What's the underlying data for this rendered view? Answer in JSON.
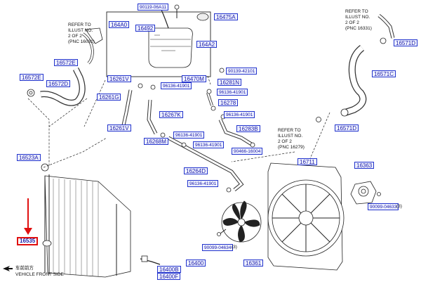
{
  "callouts": {
    "c1": "90119-06A11",
    "c2": "16475A",
    "c3": "164A0",
    "c4": "16492",
    "c5": "164A2",
    "c6": "16572E",
    "c7": "16572E",
    "c8": "16572D",
    "c9": "16261V",
    "c10": "16470M",
    "c11": "90139-42101",
    "c12": "96136-41901",
    "c13": "16281N",
    "c14": "96136-41901",
    "c15": "16261G",
    "c16": "16278",
    "c17": "96136-41901",
    "c18": "16267K",
    "c19": "16261V",
    "c20": "16283B",
    "c21": "96136-41901",
    "c22": "16268M",
    "c23": "96136-41901",
    "c24": "90466-16004",
    "c25": "16523A",
    "c26": "16264D",
    "c27": "96136-41901",
    "c28": "16535",
    "c29": "90099-04634",
    "c30": "16361",
    "c31": "16400B",
    "c32": "16400",
    "c33": "16400F",
    "c34": "16711",
    "c35": "16363",
    "c36": "90099-04633",
    "c37": "16571D",
    "c38": "16571C",
    "c39": "16571D"
  },
  "suffix_labels": {
    "s1": "(3)",
    "s2": "(3)"
  },
  "references": {
    "r1": {
      "line1": "REFER TO",
      "line2": "ILLUST NO.",
      "line3": "2 OF 2",
      "line4": "(PNC 16031)"
    },
    "r2": {
      "line1": "REFER TO",
      "line2": "ILLUST NO.",
      "line3": "2 OF 2",
      "line4": "(PNC 16331)"
    },
    "r3": {
      "line1": "REFER TO",
      "line2": "ILLUST NO.",
      "line3": "2 OF 2",
      "line4": "(PNC 16279)"
    }
  },
  "front": {
    "chinese": "车前前方",
    "english": "VEHICLE FRONT SIDE"
  },
  "colors": {
    "callout_border": "#2233cc",
    "callout_text": "#1a1aa8",
    "highlight": "#e01010",
    "line": "#222222"
  },
  "highlight_arrow_icon": "red-down-arrow-icon"
}
